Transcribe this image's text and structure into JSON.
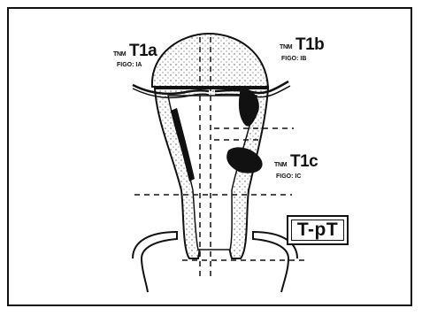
{
  "stages": {
    "t1a": {
      "tnm_prefix": "TNM",
      "stage": "T1a",
      "figo": "FIGO: IA"
    },
    "t1b": {
      "tnm_prefix": "TNM",
      "stage": "T1b",
      "figo": "FIGO: IB"
    },
    "t1c": {
      "tnm_prefix": "TNM",
      "stage": "T1c",
      "figo": "FIGO: IC"
    }
  },
  "category_box": {
    "label": "T-pT"
  },
  "colors": {
    "ink": "#111111",
    "background": "#ffffff",
    "stipple": "#555555"
  }
}
